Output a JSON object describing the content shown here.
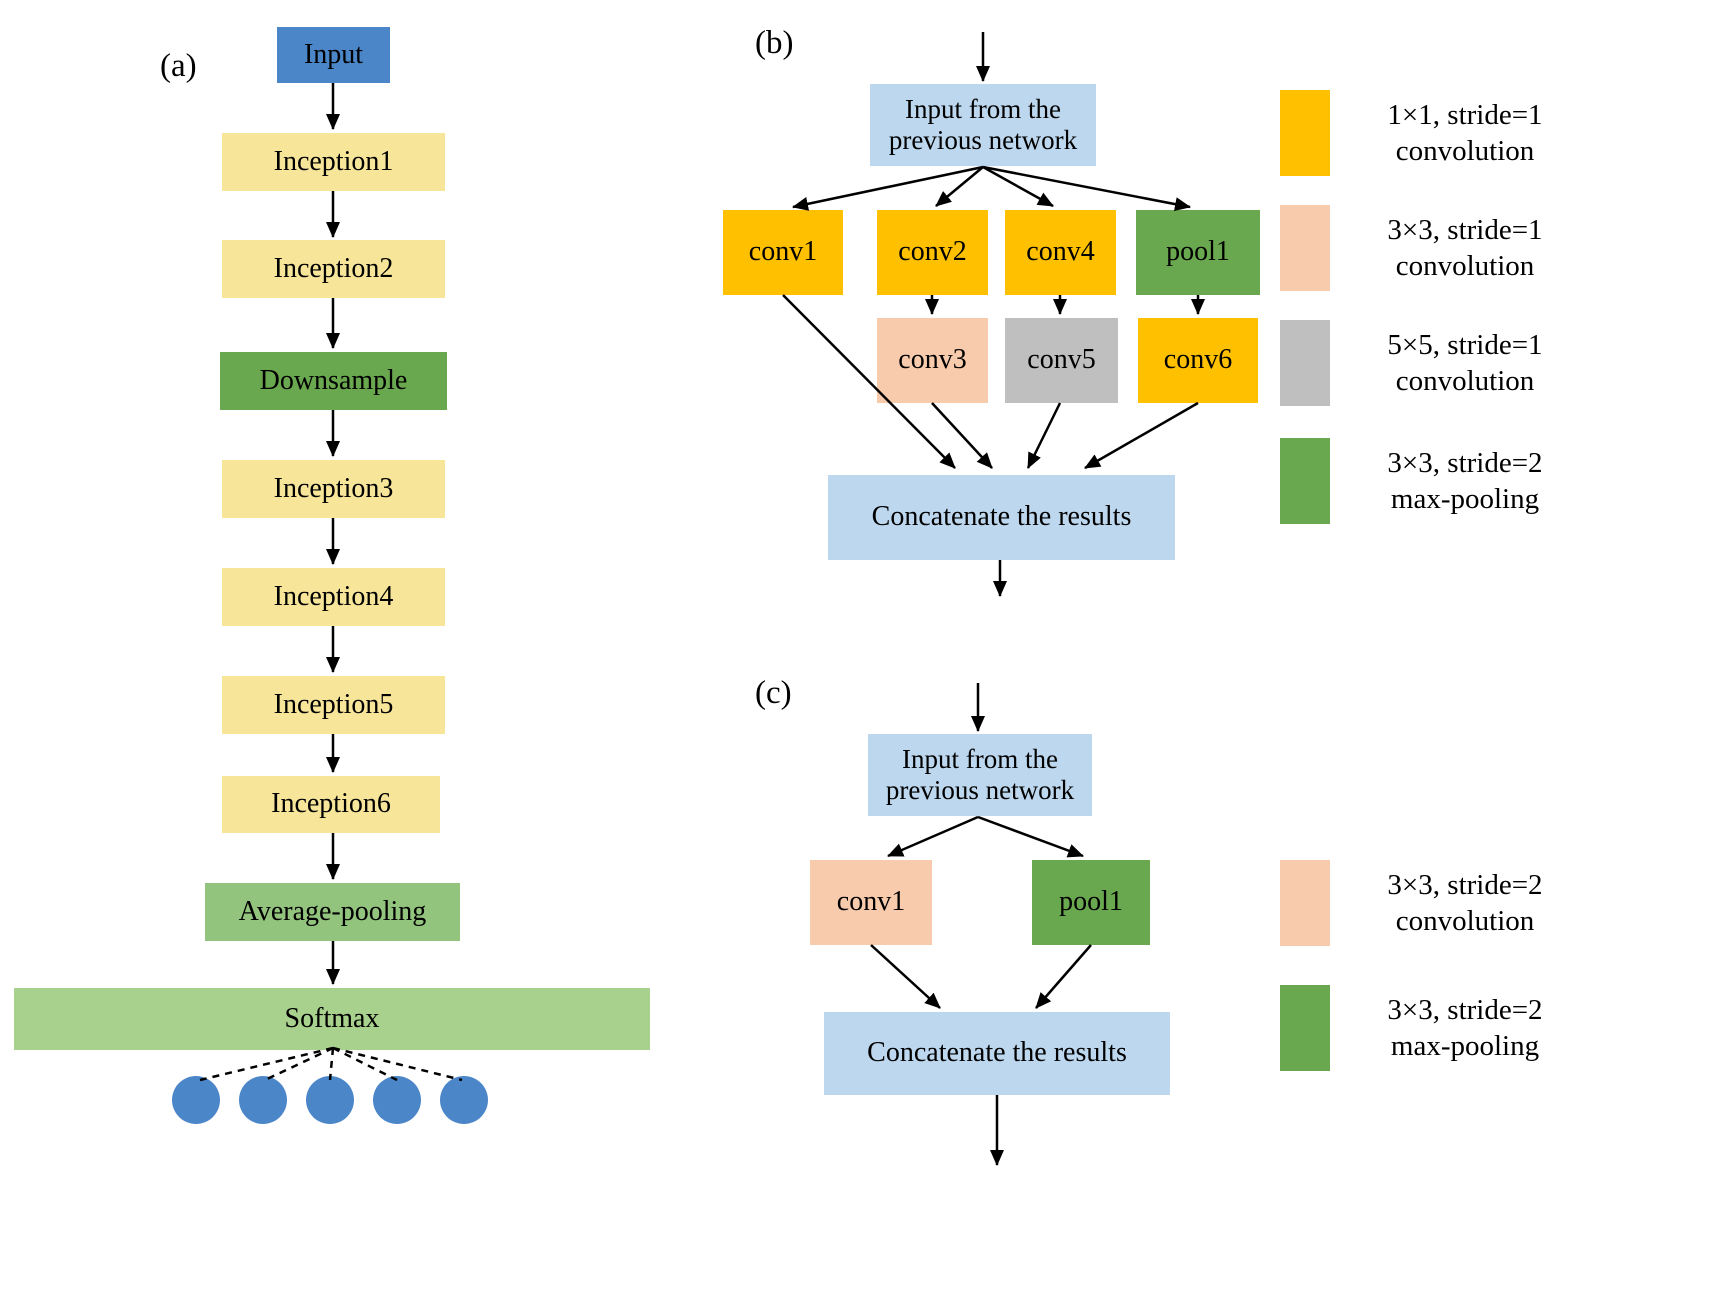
{
  "figure": {
    "panel_a": {
      "label": "(a)",
      "input": "Input",
      "inception1": "Inception1",
      "inception2": "Inception2",
      "downsample": "Downsample",
      "inception3": "Inception3",
      "inception4": "Inception4",
      "inception5": "Inception5",
      "inception6": "Inception6",
      "average_pooling": "Average-pooling",
      "softmax": "Softmax",
      "output_nodes_count": 5
    },
    "panel_b": {
      "label": "(b)",
      "input": "Input from the previous network",
      "conv1": "conv1",
      "conv2": "conv2",
      "conv3": "conv3",
      "conv4": "conv4",
      "conv5": "conv5",
      "conv6": "conv6",
      "pool1": "pool1",
      "concat": "Concatenate the results",
      "legend": [
        {
          "color": "#FFC000",
          "line1": "1×1, stride=1",
          "line2": "convolution"
        },
        {
          "color": "#F8CBAD",
          "line1": "3×3, stride=1",
          "line2": "convolution"
        },
        {
          "color": "#BFBFBF",
          "line1": "5×5, stride=1",
          "line2": "convolution"
        },
        {
          "color": "#6AA84F",
          "line1": "3×3, stride=2",
          "line2": "max-pooling"
        }
      ]
    },
    "panel_c": {
      "label": "(c)",
      "input": "Input from the previous network",
      "conv1": "conv1",
      "pool1": "pool1",
      "concat": "Concatenate the results",
      "legend": [
        {
          "color": "#F8CBAD",
          "line1": "3×3, stride=2",
          "line2": "convolution"
        },
        {
          "color": "#6AA84F",
          "line1": "3×3, stride=2",
          "line2": "max-pooling"
        }
      ]
    }
  },
  "colors": {
    "blue": "#4A86C8",
    "light_yellow": "#F7E59A",
    "green": "#6AA84F",
    "light_green": "#93C47D",
    "softmax_green": "#A9D18E",
    "orange": "#FFC000",
    "peach": "#F8CBAD",
    "gray": "#BFBFBF",
    "light_blue": "#BDD7EE",
    "arrow": "#000000"
  }
}
